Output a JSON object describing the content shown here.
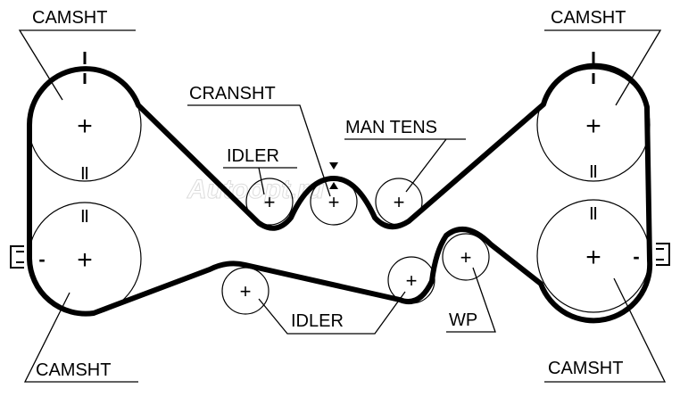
{
  "diagram": {
    "labels": {
      "camsht_top_left": "CAMSHT",
      "camsht_top_right": "CAMSHT",
      "camsht_bottom_left": "CAMSHT",
      "camsht_bottom_right": "CAMSHT",
      "cranshaft": "CRANSHT",
      "idler_top": "IDLER",
      "man_tens": "MAN TENS",
      "idler_bottom": "IDLER",
      "water_pump": "WP"
    },
    "marks": {
      "double_tick": "||",
      "single_tick": "|",
      "minus": "-",
      "plus": "+"
    },
    "watermark": "Autoopt.ru",
    "colors": {
      "line": "#000000",
      "background": "#ffffff",
      "watermark": "#dcdcdc"
    }
  }
}
